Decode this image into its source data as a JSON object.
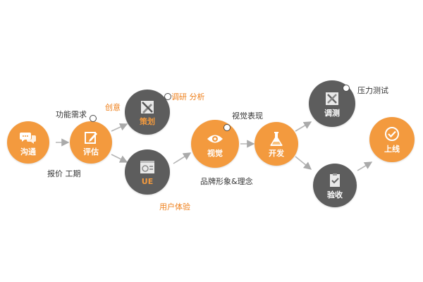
{
  "nodes": {
    "communicate": {
      "label": "沟通",
      "color": "#f39a3e",
      "icon": "chat-bubbles-icon"
    },
    "evaluate": {
      "label": "评估",
      "color": "#f39a3e",
      "icon": "edit-pencil-icon"
    },
    "planning": {
      "label": "策划",
      "color": "#5d5d5d",
      "icon": "ruler-pencil-icon"
    },
    "ue": {
      "label": "UE",
      "color": "#5d5d5d",
      "icon": "layout-window-icon"
    },
    "visual": {
      "label": "视觉",
      "color": "#f39a3e",
      "icon": "eye-icon"
    },
    "develop": {
      "label": "开发",
      "color": "#f39a3e",
      "icon": "flask-icon"
    },
    "test": {
      "label": "调测",
      "color": "#5d5d5d",
      "icon": "tools-icon"
    },
    "accept": {
      "label": "验收",
      "color": "#5d5d5d",
      "icon": "checklist-icon"
    },
    "launch": {
      "label": "上线",
      "color": "#f39a3e",
      "icon": "check-circle-icon"
    }
  },
  "annotations": {
    "function_requirements": "功能需求",
    "quote_schedule": "报价 工期",
    "creative": "创意",
    "research_analysis": "调研 分析",
    "user_experience": "用户体验",
    "visual_expression": "视觉表现",
    "brand_image": "品牌形象&理念",
    "stress_test": "压力测试"
  },
  "colors": {
    "accent": "#ee7f1a",
    "orange_node": "#f39a3e",
    "gray_node": "#5d5d5d",
    "arrow": "#b5b5b5"
  }
}
